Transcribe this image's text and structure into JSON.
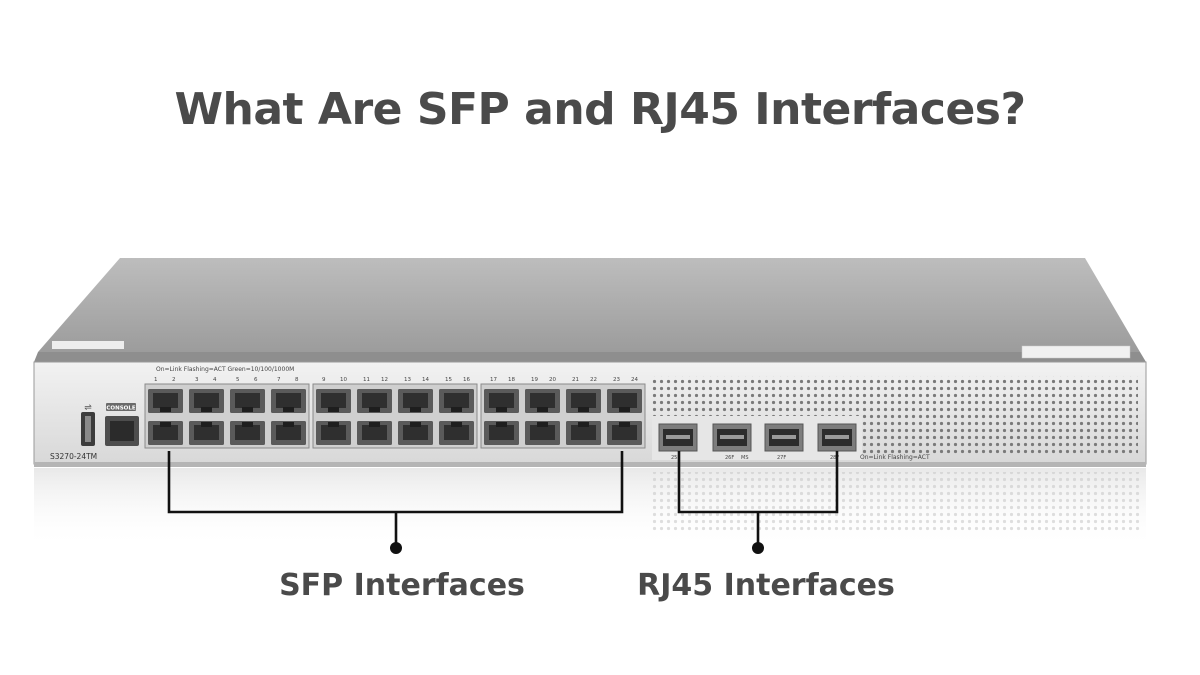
{
  "title": "What Are SFP and RJ45 Interfaces?",
  "callouts": {
    "left": "SFP Interfaces",
    "right": "RJ45 Interfaces"
  },
  "device": {
    "model": "S3270-24TM",
    "console_label": "CONSOLE",
    "rj45_legend": "On=Link Flashing=ACT Green=10/100/1000M",
    "sfp_legend": "On=Link Flashing=ACT",
    "port_labels_top": [
      "1",
      "2",
      "3",
      "4",
      "5",
      "6",
      "7",
      "8",
      "9",
      "10",
      "11",
      "12",
      "13",
      "14",
      "15",
      "16",
      "17",
      "18",
      "19",
      "20",
      "21",
      "22",
      "23",
      "24"
    ],
    "sfp_ports": [
      "25F",
      "26F",
      "27F",
      "28F"
    ],
    "sfp_ms_label": "MS"
  },
  "colors": {
    "text": "#4a4a4a",
    "chassis_top": "#a9a9a9",
    "front_panel": "#e3e3e3",
    "port": "#5a5a5a",
    "callout_line": "#111111"
  }
}
